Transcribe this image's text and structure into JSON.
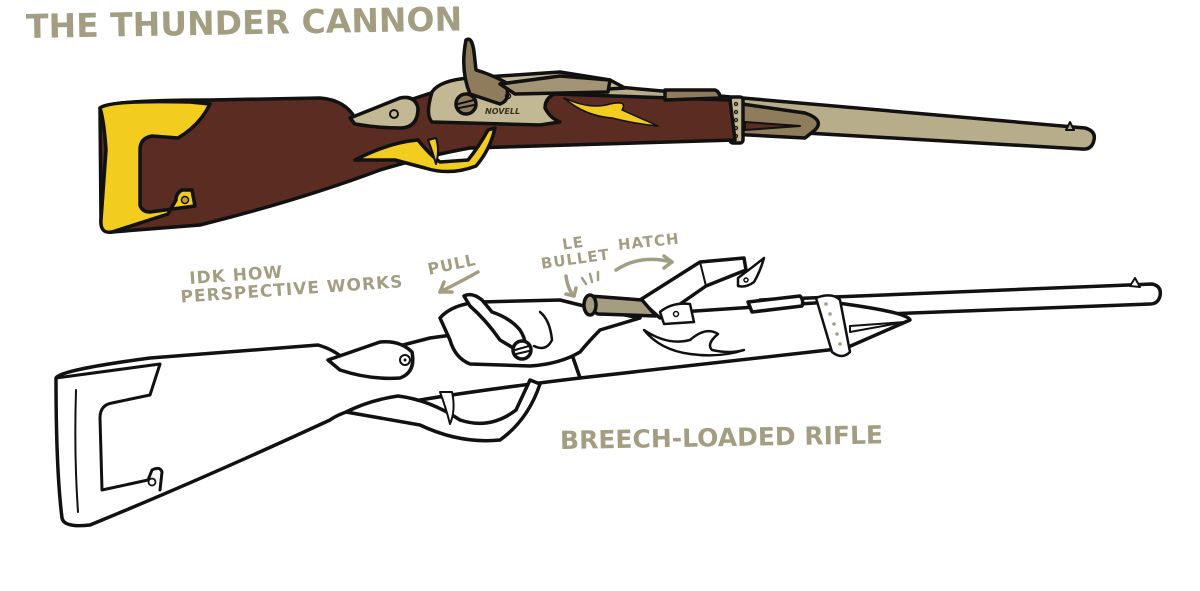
{
  "title": "THE THUNDER CANNON",
  "colored_rifle": {
    "engraving": "NOVELL",
    "colors": {
      "stock_wood": "#5a2c22",
      "brass": "#f2cc1f",
      "metal_light": "#c2b894",
      "metal_dark": "#8f7c5d",
      "outline": "#111111"
    }
  },
  "sketch_rifle": {
    "annotations": {
      "perspective_line1": "IDK HOW",
      "perspective_line2": "PERSPECTIVE WORKS",
      "pull": "PULL",
      "bullet_line1": "LE",
      "bullet_line2": "BULLET",
      "hatch": "HATCH"
    },
    "caption": "BREECH-LOADED RIFLE",
    "colors": {
      "bullet": "#a59d80",
      "annotation": "#a39e82"
    }
  }
}
